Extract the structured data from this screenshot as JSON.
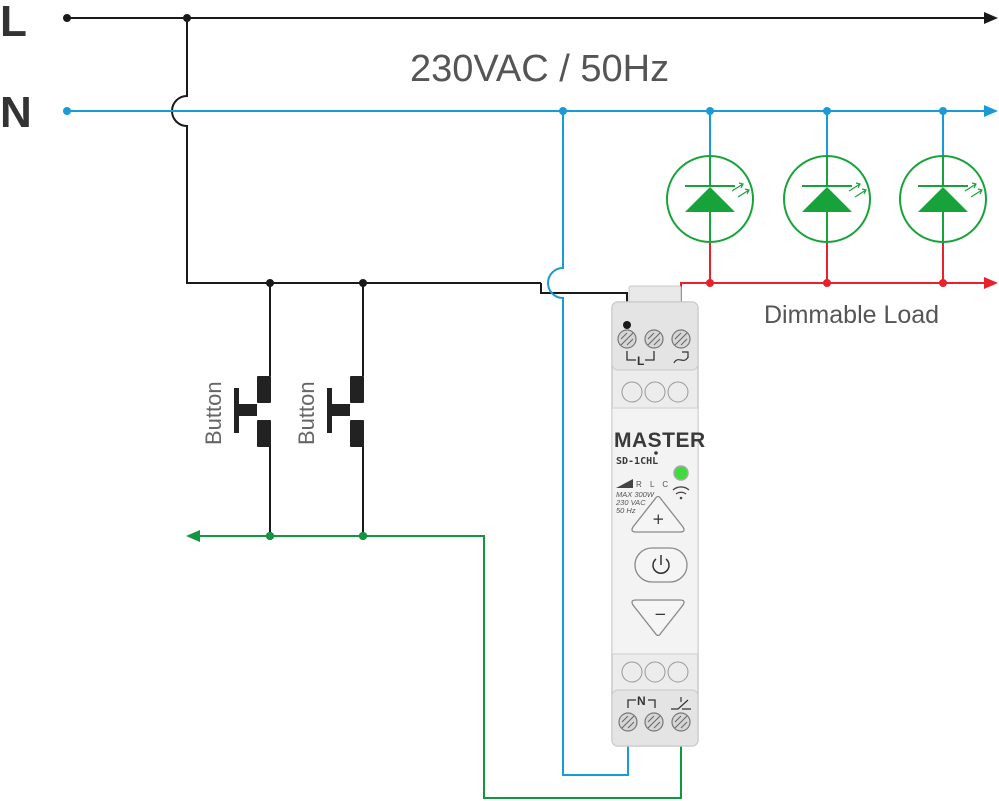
{
  "lines": {
    "live_label": "L",
    "neutral_label": "N",
    "supply_label": "230VAC / 50Hz"
  },
  "load": {
    "label": "Dimmable Load"
  },
  "buttons": [
    {
      "label": "Button"
    },
    {
      "label": "Button"
    }
  ],
  "device": {
    "brand": "MASTER",
    "model": "SD-1CHL",
    "load_types": "R L C",
    "max_power": "MAX 300W",
    "voltage": "230 VAC",
    "frequency": "50 Hz",
    "top_terminal_label": "L",
    "bottom_terminal_label": "N",
    "plus_symbol": "+",
    "minus_symbol": "−",
    "power_symbol": "⏻"
  },
  "colors": {
    "live": "#1a1a1a",
    "neutral": "#1a9ad6",
    "load": "#e8212a",
    "switch": "#129640",
    "led": "#17a33a",
    "led_indicator": "#3ddc3d"
  }
}
